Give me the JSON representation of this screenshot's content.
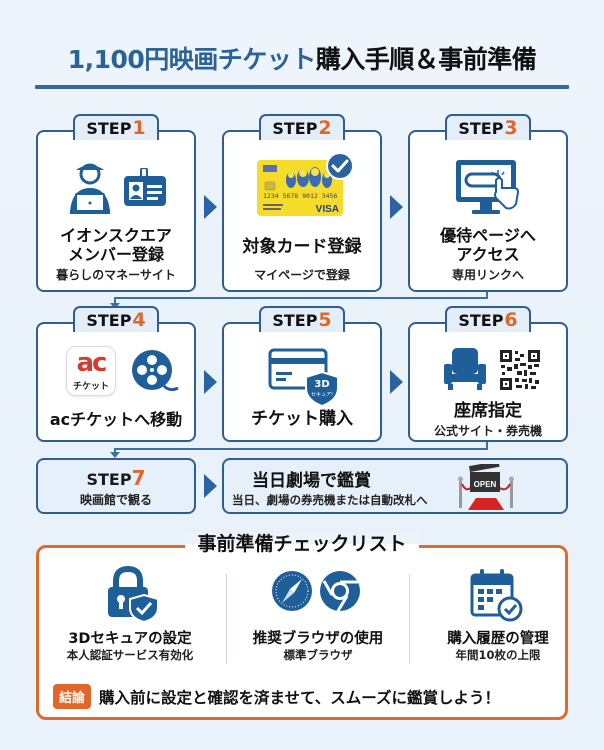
{
  "title": {
    "part_blue": "1,100円映画チケット",
    "part_black": "購入手順＆事前準備"
  },
  "steps": [
    {
      "label": "STEP",
      "num": "1",
      "main_line1": "イオンスクエア",
      "main_line2": "メンバー登録",
      "sub": "暮らしのマネーサイト",
      "icons": [
        "user-laptop-icon",
        "id-card-icon"
      ]
    },
    {
      "label": "STEP",
      "num": "2",
      "main_line1": "対象カード登録",
      "sub": "マイページで登録",
      "icons": [
        "credit-card-image",
        "check-circle-icon"
      ],
      "card": {
        "number": "1234 5678 9012 3456",
        "brand": "VISA"
      }
    },
    {
      "label": "STEP",
      "num": "3",
      "main_line1": "優待ページへ",
      "main_line2": "アクセス",
      "sub": "専用リンクへ",
      "icons": [
        "monitor-click-icon"
      ]
    },
    {
      "label": "STEP",
      "num": "4",
      "main_line1": "acチケットへ移動",
      "icons": [
        "ac-ticket-app-icon",
        "film-reel-icon"
      ],
      "app": {
        "logo": "ac",
        "caption": "チケット"
      }
    },
    {
      "label": "STEP",
      "num": "5",
      "main_line1": "チケット購入",
      "icons": [
        "card-shield-icon"
      ],
      "shield": {
        "line1": "3D",
        "line2": "セキュア!"
      }
    },
    {
      "label": "STEP",
      "num": "6",
      "main_line1": "座席指定",
      "sub": "公式サイト・券売機",
      "icons": [
        "cinema-seat-icon",
        "qr-code-icon"
      ]
    },
    {
      "label": "STEP",
      "num": "7",
      "sub": "映画館で観る"
    }
  ],
  "final": {
    "main": "当日劇場で鑑賞",
    "sub": "当日、劇場の券売機または自動改札へ",
    "sign": "OPEN"
  },
  "checklist": {
    "title": "事前準備チェックリスト",
    "items": [
      {
        "main": "3Dセキュアの設定",
        "sub": "本人認証サービス有効化",
        "icon": "lock-shield-icon"
      },
      {
        "main": "推奨ブラウザの使用",
        "sub": "標準ブラウザ",
        "icon": "browser-icons"
      },
      {
        "main": "購入履歴の管理",
        "sub": "年間10枚の上限",
        "icon": "calendar-check-icon"
      }
    ],
    "conclusion_badge": "結論",
    "conclusion_text": "購入前に設定と確認を済ませて、スムーズに鑑賞しよう！"
  },
  "colors": {
    "primary": "#2a64a0",
    "accent": "#e0662a",
    "border": "#2f5f8e"
  }
}
